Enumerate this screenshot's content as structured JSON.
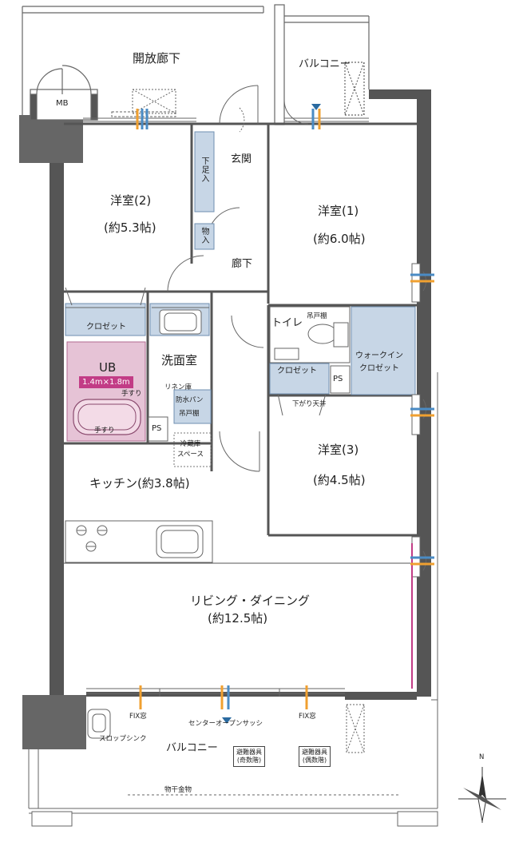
{
  "rooms": {
    "corridor": "開放廊下",
    "balcony_top": "バルコニー",
    "mb": "MB",
    "genkan": "玄関",
    "shoe": "下足入",
    "storage": "物入",
    "hall": "廊下",
    "western2": {
      "name": "洋室(2)",
      "size": "(約5.3帖)"
    },
    "western1": {
      "name": "洋室(1)",
      "size": "(約6.0帖)"
    },
    "western3": {
      "name": "洋室(3)",
      "size": "(約4.5帖)"
    },
    "closet_left": "クロゼット",
    "closet_right": "クロゼット",
    "wic": "ウォークイン\nクロゼット",
    "toilet": "トイレ",
    "hanging_shelf_toilet": "吊戸棚",
    "washroom": "洗面室",
    "ub": "UB",
    "ub_size": "1.4m×1.8m",
    "handrail_1": "手すり",
    "handrail_2": "手すり",
    "linen": "リネン庫",
    "waterpan": "防水パン",
    "hanging_shelf_wash": "吊戸棚",
    "ps_left": "PS",
    "ps_right": "PS",
    "fridge": "冷蔵庫\nスペース",
    "lowered_ceiling": "下がり天井",
    "kitchen": "キッチン(約3.8帖)",
    "living": {
      "name": "リビング・ダイニング",
      "size": "(約12.5帖)"
    },
    "fix_left": "FIX窓",
    "fix_right": "FIX窓",
    "center_sash": "センターオープンサッシ",
    "slop_sink": "スロップシンク",
    "balcony_bottom": "バルコニー",
    "evac_odd": "避難器具\n(奇数階)",
    "evac_even": "避難器具\n(偶数階)",
    "drying": "物干金物",
    "north": "N"
  },
  "colors": {
    "wall": "#555555",
    "storage_fill": "#c7d6e6",
    "storage_stroke": "#6f8fb0",
    "bath_fill": "#e6c3d6",
    "bath_stroke": "#b06a90",
    "accent_pink": "#c23c86",
    "vent_blue": "#4a8bc4",
    "vent_orange": "#f0a030"
  }
}
